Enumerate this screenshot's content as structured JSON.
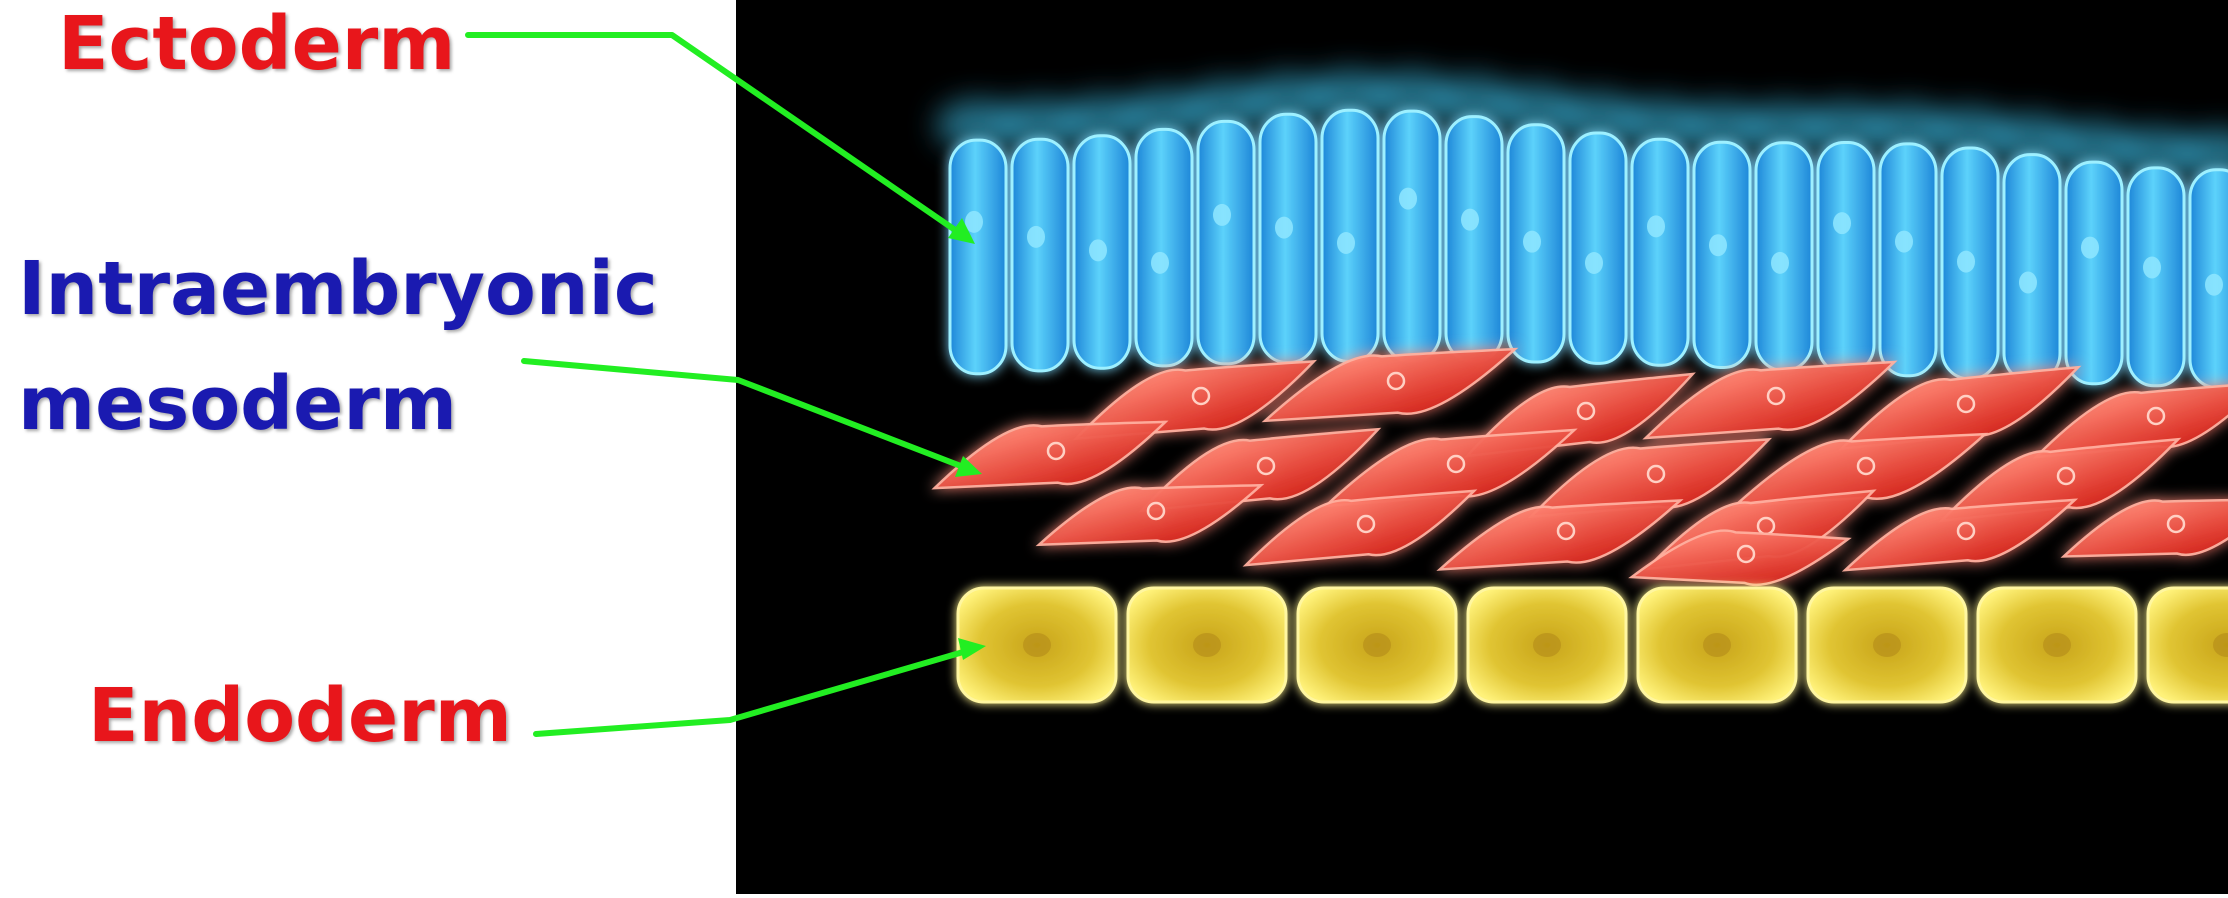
{
  "labels": {
    "ectoderm": "Ectoderm",
    "mesoderm_line1": "Intraembryonic",
    "mesoderm_line2": "mesoderm",
    "endoderm": "Endoderm"
  },
  "colors": {
    "ectoderm_label": "#e8161b",
    "mesoderm_label": "#1a1ab0",
    "endoderm_label": "#e8161b",
    "leader_lines": "#22ee22",
    "ectoderm_cells": "#3ab8f0",
    "mesoderm_cells": "#f04a3c",
    "endoderm_cells": "#e8d43a",
    "panel_background": "#000000"
  },
  "icons": {
    "ectoderm_layer": "columnar-cell-layer-icon",
    "mesoderm_layer": "spindle-cell-layer-icon",
    "endoderm_layer": "cuboidal-cell-layer-icon"
  }
}
